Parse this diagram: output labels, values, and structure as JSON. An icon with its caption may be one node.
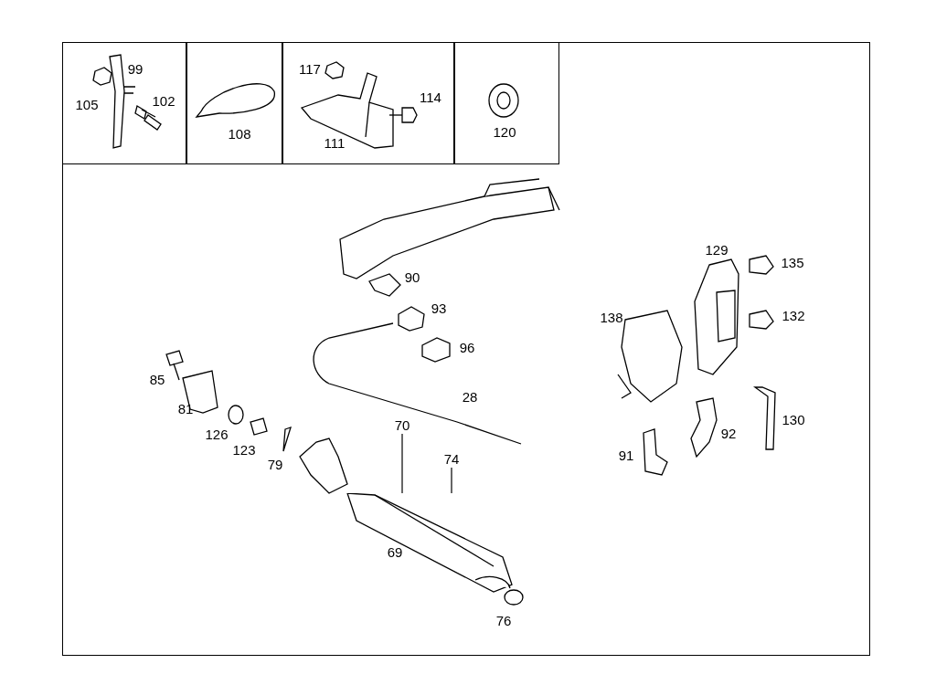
{
  "diagram": {
    "nodes": [
      {
        "text": [
          "99",
          "105",
          "102"
        ]
      },
      {
        "text": [
          "108"
        ]
      },
      {
        "text": [
          "117",
          "114",
          "111"
        ]
      },
      {
        "text": [
          "120"
        ]
      },
      {
        "text": [
          "70"
        ]
      },
      {
        "text": [
          "74"
        ]
      },
      {
        "text": [],
        "shape": "picture"
      }
    ],
    "edges": [
      {
        "from": 4,
        "to": 6,
        "arrow": "none"
      },
      {
        "from": 5,
        "to": 6,
        "arrow": "none"
      }
    ],
    "labels": [
      "129",
      "135",
      "90",
      "93",
      "138",
      "132",
      "96",
      "85",
      "28",
      "81",
      "130",
      "92",
      "126",
      "123",
      "91",
      "79",
      "69",
      "76"
    ]
  }
}
